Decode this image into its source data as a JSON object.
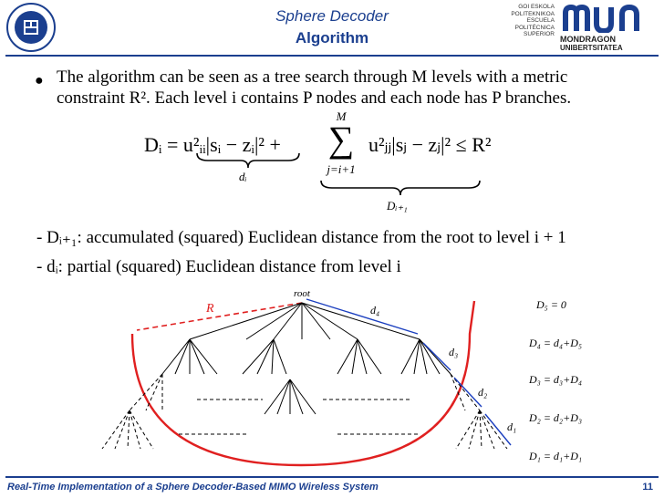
{
  "header": {
    "title": "Sphere Decoder",
    "subtitle": "Algorithm",
    "mondragon_small": [
      "GOI ESKOLA",
      "POLITEKNIKOA",
      "ESCUELA",
      "POLITÉCNICA",
      "SUPERIOR"
    ],
    "mondragon_name": "MONDRAGON",
    "mondragon_sub": "UNIBERTSITATEA"
  },
  "body": {
    "bullet_line1": "The algorithm can be seen as a tree search through M levels with a metric",
    "bullet_line2": "constraint R². Each level i contains P nodes and each node has P branches.",
    "eq_left": "Dᵢ = u²ᵢᵢ|sᵢ − zᵢ|² +",
    "eq_sum_top": "M",
    "eq_sum_bottom": "j=i+1",
    "eq_right": "u²ⱼⱼ|sⱼ − zⱼ|² ≤ R²",
    "eq_brace1": "dᵢ",
    "eq_brace2": "Dᵢ₊₁",
    "dash1": "-  Dᵢ₊₁: accumulated (squared) Euclidean distance from the root to level i + 1",
    "dash2": "-  dᵢ: partial (squared) Euclidean distance from level i"
  },
  "diagram": {
    "root_label": "root",
    "radius_label": "R",
    "d4": "d₄",
    "d3": "d₃",
    "d2": "d₂",
    "d1": "d₁",
    "eqs": [
      "D₅ = 0",
      "D₄ = d₄+D₅",
      "D₃ = d₃+D₄",
      "D₂ = d₂+D₃",
      "D₁ = d₁+D₁"
    ]
  },
  "footer": {
    "text": "Real-Time Implementation of a Sphere Decoder-Based MIMO Wireless System",
    "page": "11"
  }
}
